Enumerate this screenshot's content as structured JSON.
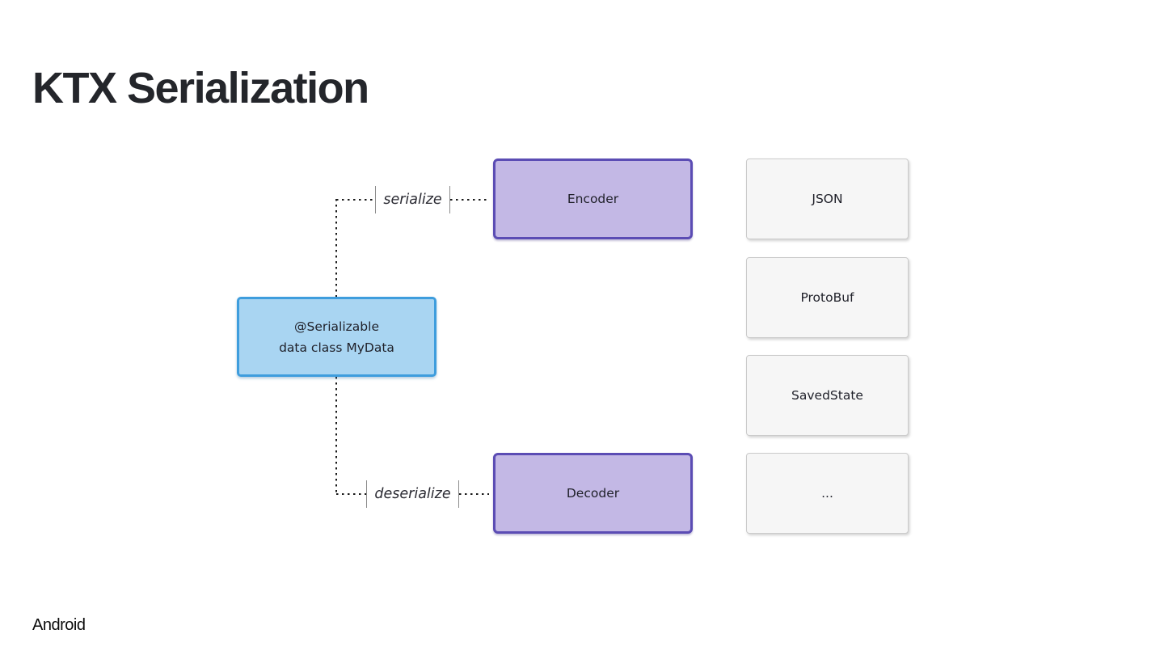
{
  "slide": {
    "title": "KTX Serialization",
    "brand": "Android"
  },
  "diagram": {
    "source": {
      "line1": "@Serializable",
      "line2": "data class MyData"
    },
    "encoder": "Encoder",
    "decoder": "Decoder",
    "serialize": "serialize",
    "deserialize": "deserialize",
    "formats": [
      "JSON",
      "ProtoBuf",
      "SavedState",
      "..."
    ],
    "colors": {
      "source_fill": "#A9D5F2",
      "source_border": "#3E9DDD",
      "codec_fill": "#C3B8E5",
      "codec_border": "#5B4CB4",
      "format_fill": "#F6F6F6",
      "format_border": "#CBCBCB",
      "connector": "#1A1A1A",
      "title_text": "#24262B"
    }
  }
}
